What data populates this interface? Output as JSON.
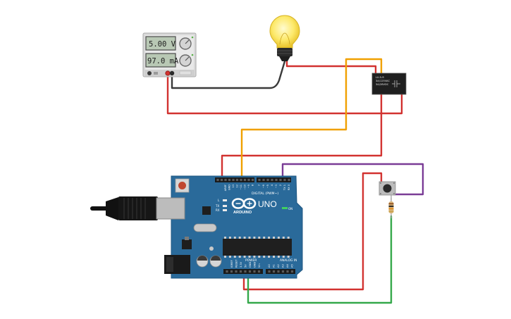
{
  "power_supply": {
    "voltage": "5.00 V",
    "current": "97.0 mA"
  },
  "arduino": {
    "brand": "ARDUINO",
    "model": "UNO",
    "digital_label": "DIGITAL (PWM~)",
    "analog_label": "ANALOG IN",
    "power_label": "POWER",
    "on_label": "ON",
    "tx_label": "TX",
    "rx_label": "RX",
    "l_label": "L",
    "digital_pins": [
      "AREF",
      "GND",
      "13",
      "12",
      "~11",
      "~10",
      "~9",
      "8",
      "7",
      "~6",
      "~5",
      "4",
      "~3",
      "2",
      "TX 1",
      "RX 0"
    ],
    "power_pins": [
      "IOREF",
      "RESET",
      "3.3V",
      "5V",
      "GND",
      "GND",
      "Vin"
    ],
    "analog_pins": [
      "A0",
      "A1",
      "A2",
      "A3",
      "A4",
      "A5"
    ]
  },
  "relay": {
    "line1": "LU-5-R",
    "line2": "3A/125VAC",
    "line3": "3A/28VDC"
  },
  "colors": {
    "board": "#2a6a9a",
    "wire_red": "#d23230",
    "wire_orange": "#f0a000",
    "wire_purple": "#7a3c96",
    "wire_green": "#34a84a",
    "wire_black": "#3a3a3a"
  }
}
